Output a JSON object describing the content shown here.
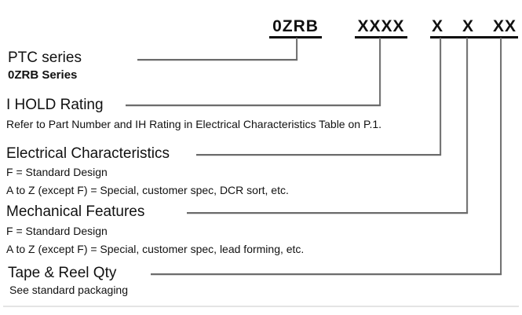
{
  "part_code": {
    "segments": [
      {
        "text": "0ZRB"
      },
      {
        "text": "XXXX"
      },
      {
        "text": "X"
      },
      {
        "text": "X"
      },
      {
        "text": "XX"
      }
    ]
  },
  "sections": [
    {
      "title": "PTC series",
      "lines": [
        "0ZRB Series"
      ]
    },
    {
      "title": "I HOLD Rating",
      "lines": [
        "Refer to Part Number and IH Rating in Electrical Characteristics Table on P.1."
      ]
    },
    {
      "title": "Electrical Characteristics",
      "lines": [
        "F = Standard Design",
        "A to Z (except F) = Special, customer spec, DCR sort, etc."
      ]
    },
    {
      "title": "Mechanical Features",
      "lines": [
        "F = Standard Design",
        "A to Z (except F) = Special, customer spec, lead forming, etc."
      ]
    },
    {
      "title": "Tape & Reel Qty",
      "lines": [
        "See standard packaging"
      ]
    }
  ],
  "colors": {
    "background": "#ffffff",
    "text": "#111111",
    "underline": "#0a0a0a",
    "connector_line": "#6b6b6b",
    "divider": "#e4e4e4"
  }
}
